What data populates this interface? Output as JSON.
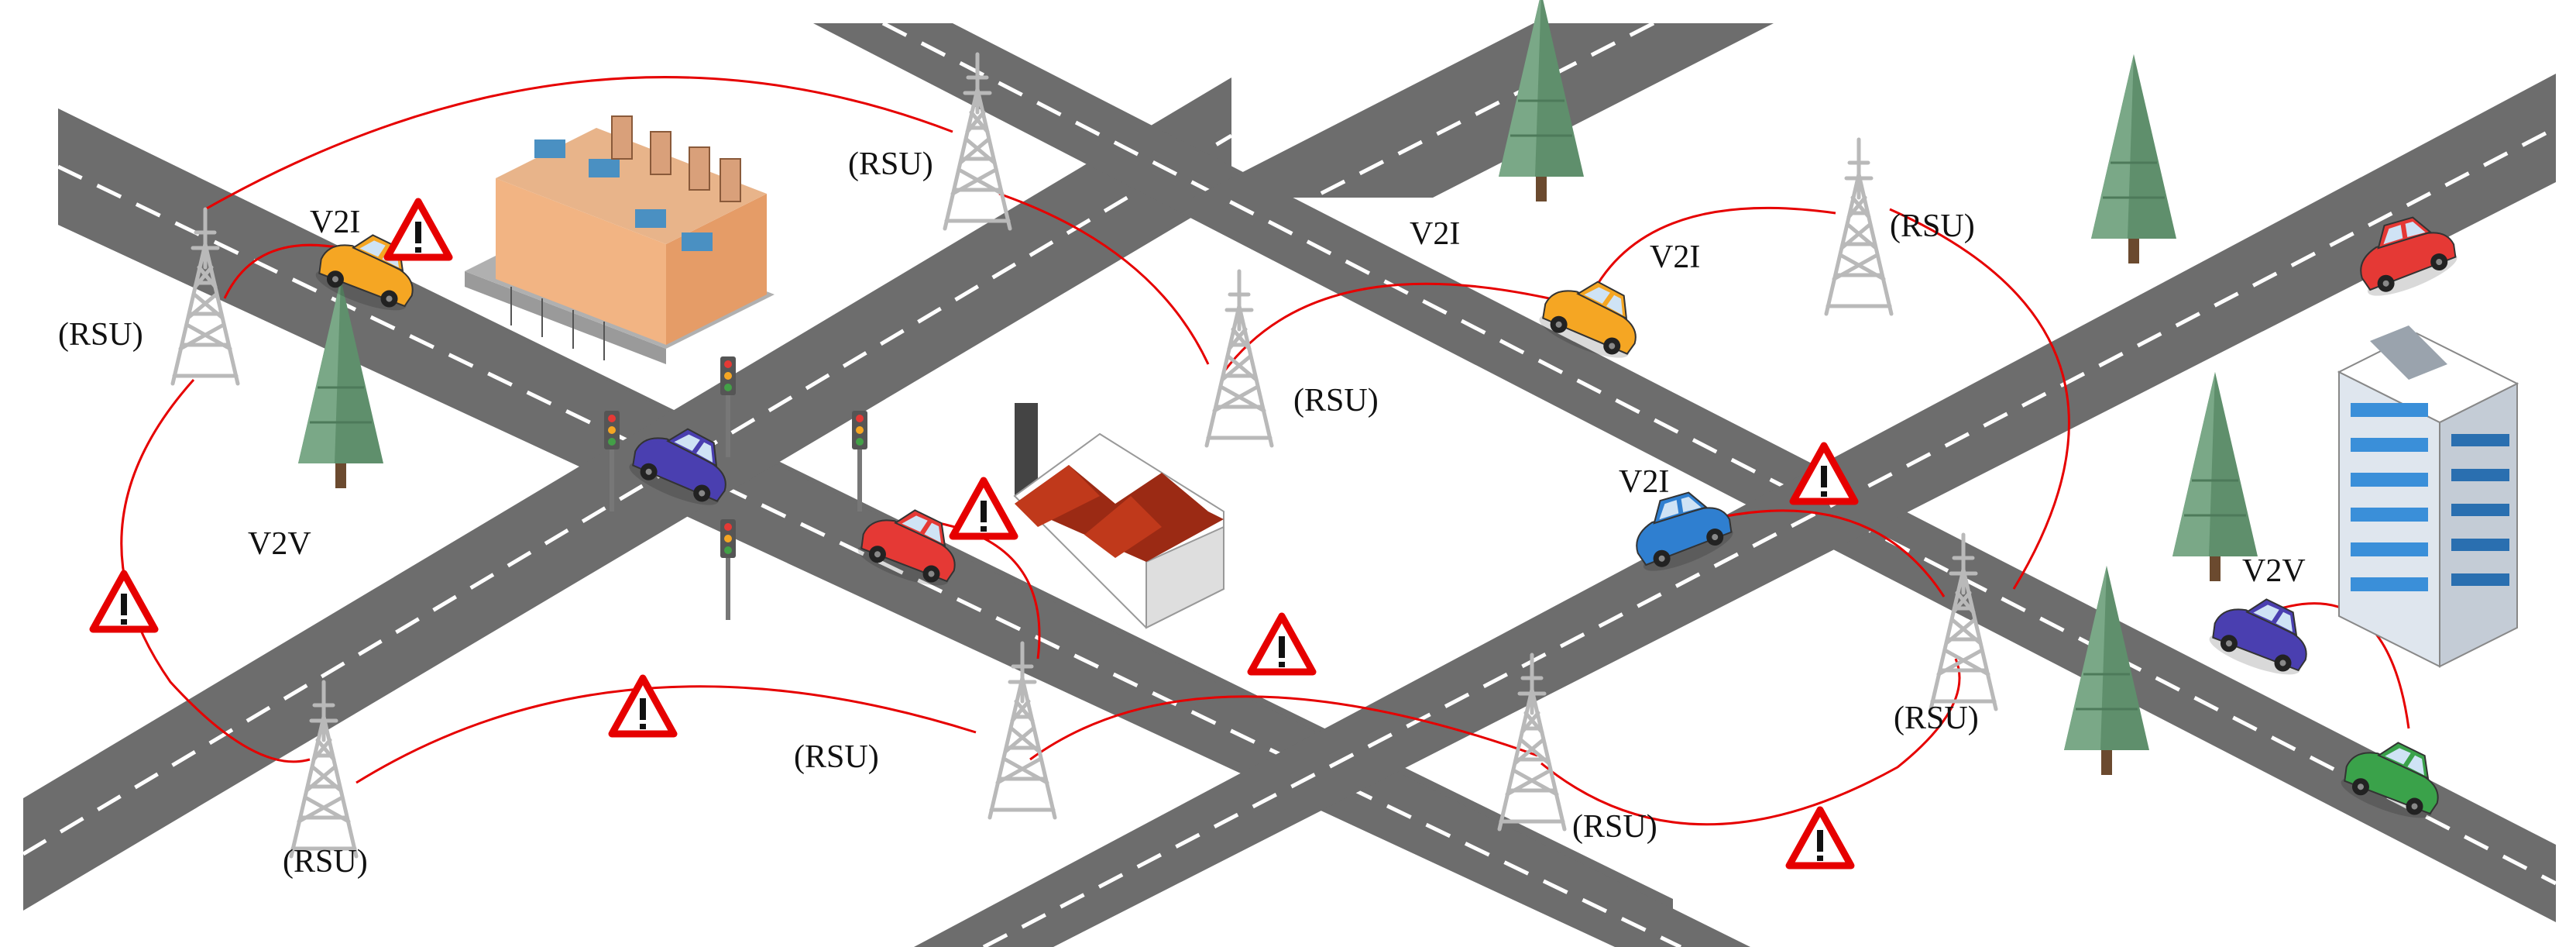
{
  "labels": {
    "rsu": "(RSU)",
    "v2i": "V2I",
    "v2v": "V2V"
  },
  "icons": {
    "tower": "rsu-tower-icon",
    "warning": "warning-triangle-icon",
    "car": "car-icon",
    "tree": "pine-tree-icon",
    "factory": "factory-icon",
    "building": "office-building-icon",
    "traffic_light": "traffic-light-icon"
  },
  "colors": {
    "road": "#6d6d6d",
    "lane_marking": "#ffffff",
    "link": "#e60000",
    "warning": "#e60000",
    "tree": "#5f8f6c",
    "tower": "#cfcfcf",
    "car_orange": "#f5a623",
    "car_blue": "#2f7fd0",
    "car_purple": "#4a3fb0",
    "car_red": "#e53935",
    "car_green": "#3aa24a"
  }
}
